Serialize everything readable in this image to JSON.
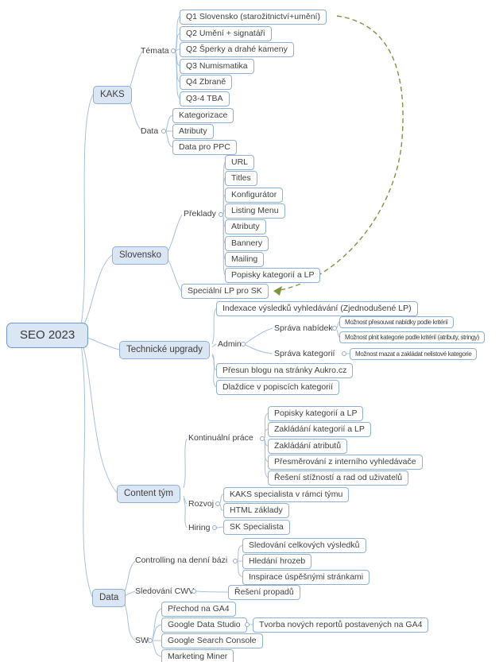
{
  "colors": {
    "node_fill": "#dae6f3",
    "node_border": "#8fafd4",
    "leaf_fill": "#ffffff",
    "connector": "#a6c0df",
    "relationship": "#7f9242",
    "text": "#404040"
  },
  "mindmap": {
    "root": {
      "label": "SEO 2023"
    },
    "branches": [
      {
        "label": "KAKS",
        "children": [
          {
            "label": "Témata",
            "children": [
              {
                "label": "Q1 Slovensko (starožitnictví+umění)"
              },
              {
                "label": "Q2 Umění + signatáři"
              },
              {
                "label": "Q2 Šperky a drahé kameny"
              },
              {
                "label": "Q3 Numismatika"
              },
              {
                "label": "Q4 Zbraně"
              },
              {
                "label": "Q3-4 TBA"
              }
            ]
          },
          {
            "label": "Data",
            "children": [
              {
                "label": "Kategorizace"
              },
              {
                "label": "Atributy"
              },
              {
                "label": "Data pro PPC"
              }
            ]
          }
        ]
      },
      {
        "label": "Slovensko",
        "children": [
          {
            "label": "Překlady",
            "children": [
              {
                "label": "URL"
              },
              {
                "label": "Titles"
              },
              {
                "label": "Konfigurátor"
              },
              {
                "label": "Listing Menu"
              },
              {
                "label": "Atributy"
              },
              {
                "label": "Bannery"
              },
              {
                "label": "Mailing"
              },
              {
                "label": "Popisky kategorií a LP"
              }
            ]
          },
          {
            "label": "Speciální LP pro SK"
          }
        ]
      },
      {
        "label": "Technické upgrady",
        "children": [
          {
            "label": "Indexace výsledků vyhledávání (Zjednodušené LP)"
          },
          {
            "label": "Admin",
            "children": [
              {
                "label": "Správa nabídek",
                "children": [
                  {
                    "label": "Možnost přesouvat nabídky podle kritérií"
                  },
                  {
                    "label": "Možnost plnit kategorie podle kritérií (atributy, stringy)"
                  }
                ]
              },
              {
                "label": "Správa kategorií",
                "children": [
                  {
                    "label": "Možnost mazat a zakládat nelistové kategorie"
                  }
                ]
              }
            ]
          },
          {
            "label": "Přesun blogu na stránky Aukro.cz"
          },
          {
            "label": "Dlaždice v popiscích kategorií"
          }
        ]
      },
      {
        "label": "Content tým",
        "children": [
          {
            "label": "Kontinuální práce",
            "children": [
              {
                "label": "Popisky kategorií a LP"
              },
              {
                "label": "Zakládání kategorií a LP"
              },
              {
                "label": "Zakládání atributů"
              },
              {
                "label": "Přesměrování z interního vyhledávače"
              },
              {
                "label": "Řešení stížností a rad od uživatelů"
              }
            ]
          },
          {
            "label": "Rozvoj",
            "children": [
              {
                "label": "KAKS specialista v rámci týmu"
              },
              {
                "label": "HTML základy"
              }
            ]
          },
          {
            "label": "Hiring",
            "children": [
              {
                "label": "SK Specialista"
              }
            ]
          }
        ]
      },
      {
        "label": "Data",
        "children": [
          {
            "label": "Controlling na denní bázi",
            "children": [
              {
                "label": "Sledování celkových výsledků"
              },
              {
                "label": "Hledání hrozeb"
              },
              {
                "label": "Inspirace úspěšnými stránkami"
              }
            ]
          },
          {
            "label": "Sledování CWV",
            "children": [
              {
                "label": "Řešení propadů"
              }
            ]
          },
          {
            "label": "SW",
            "children": [
              {
                "label": "Přechod na GA4"
              },
              {
                "label": "Google Data Studio",
                "children": [
                  {
                    "label": "Tvorba nových reportů postavených na GA4"
                  }
                ]
              },
              {
                "label": "Google Search Console"
              },
              {
                "label": "Marketing Miner"
              }
            ]
          }
        ]
      }
    ],
    "relationship": {
      "from": "Q1 Slovensko (starožitnictví+umění)",
      "to": "Speciální LP pro SK",
      "style": "dashed-arrow"
    }
  }
}
